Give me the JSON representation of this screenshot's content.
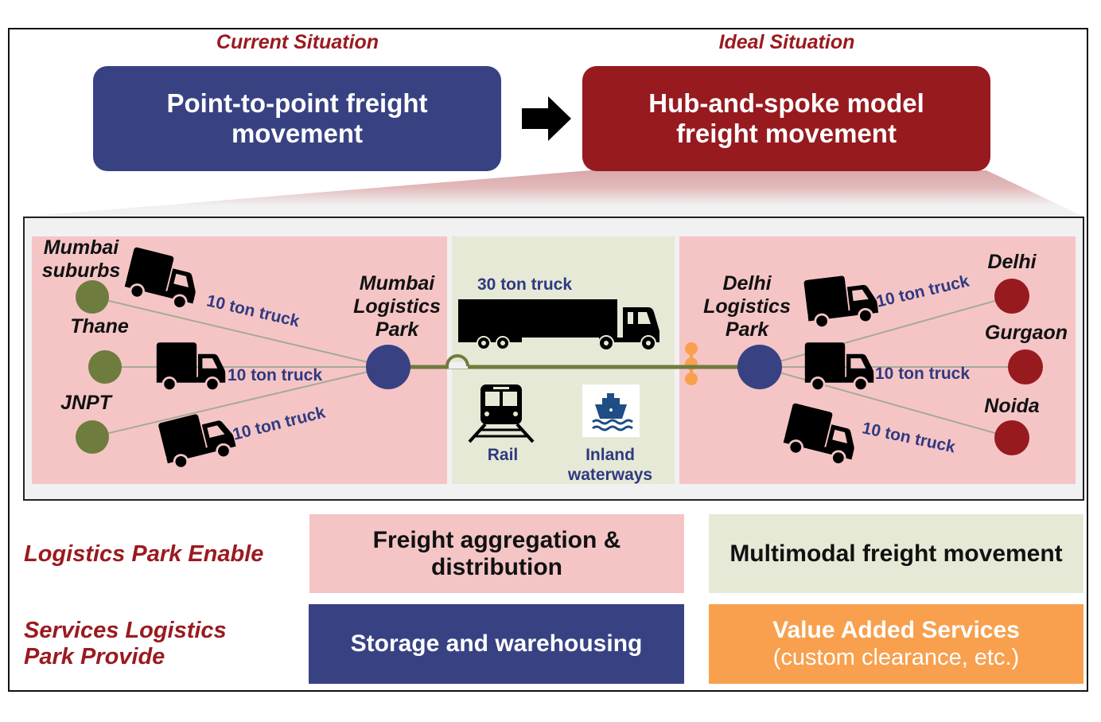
{
  "header": {
    "current": {
      "title": "Current Situation",
      "box_text": "Point-to-point freight movement"
    },
    "ideal": {
      "title": "Ideal Situation",
      "box_text": "Hub-and-spoke model freight movement"
    },
    "arrow_icon": "right-arrow-icon"
  },
  "colors": {
    "navy": "#384283",
    "maroon": "#971a1f",
    "pink_panel": "#f5c5c6",
    "green_panel": "#e6e9d6",
    "olive_node": "#6e7c3e",
    "orange": "#f8a04e",
    "label_blue": "#2f3a80",
    "title_red": "#9a1a1f"
  },
  "network": {
    "origin_hub": {
      "label_lines": [
        "Mumbai",
        "Logistics",
        "Park"
      ],
      "spokes": [
        {
          "place": "Mumbai suburbs",
          "place_lines": [
            "Mumbai",
            "suburbs"
          ],
          "vehicle": "10 ton truck",
          "icon": "delivery-truck-icon"
        },
        {
          "place": "Thane",
          "place_lines": [
            "Thane"
          ],
          "vehicle": "10 ton truck",
          "icon": "delivery-truck-icon"
        },
        {
          "place": "JNPT",
          "place_lines": [
            "JNPT"
          ],
          "vehicle": "10 ton truck",
          "icon": "delivery-truck-icon"
        }
      ]
    },
    "trunk": {
      "vehicle": "30 ton truck",
      "vehicle_icon": "semi-truck-icon",
      "modes": [
        {
          "label": "Rail",
          "label_lines": [
            "Rail"
          ],
          "icon": "train-icon"
        },
        {
          "label": "Inland waterways",
          "label_lines": [
            "Inland",
            "waterways"
          ],
          "icon": "ship-icon"
        }
      ]
    },
    "destination_hub": {
      "label_lines": [
        "Delhi",
        "Logistics",
        "Park"
      ],
      "spokes": [
        {
          "place": "Delhi",
          "place_lines": [
            "Delhi"
          ],
          "vehicle": "10 ton truck",
          "icon": "delivery-truck-icon"
        },
        {
          "place": "Gurgaon",
          "place_lines": [
            "Gurgaon"
          ],
          "vehicle": "10 ton truck",
          "icon": "delivery-truck-icon"
        },
        {
          "place": "Noida",
          "place_lines": [
            "Noida"
          ],
          "vehicle": "10 ton truck",
          "icon": "delivery-truck-icon"
        }
      ]
    }
  },
  "summary": {
    "rows": [
      {
        "label_lines": [
          "Logistics Park Enable"
        ],
        "cells": [
          {
            "lines": [
              "Freight aggregation &",
              "distribution"
            ]
          },
          {
            "lines": [
              "Multimodal freight movement"
            ]
          }
        ]
      },
      {
        "label_lines": [
          "Services Logistics",
          "Park Provide"
        ],
        "cells": [
          {
            "lines": [
              "Storage and warehousing"
            ]
          },
          {
            "lines": [
              "Value Added Services",
              "(custom clearance, etc.)"
            ]
          }
        ]
      }
    ]
  }
}
